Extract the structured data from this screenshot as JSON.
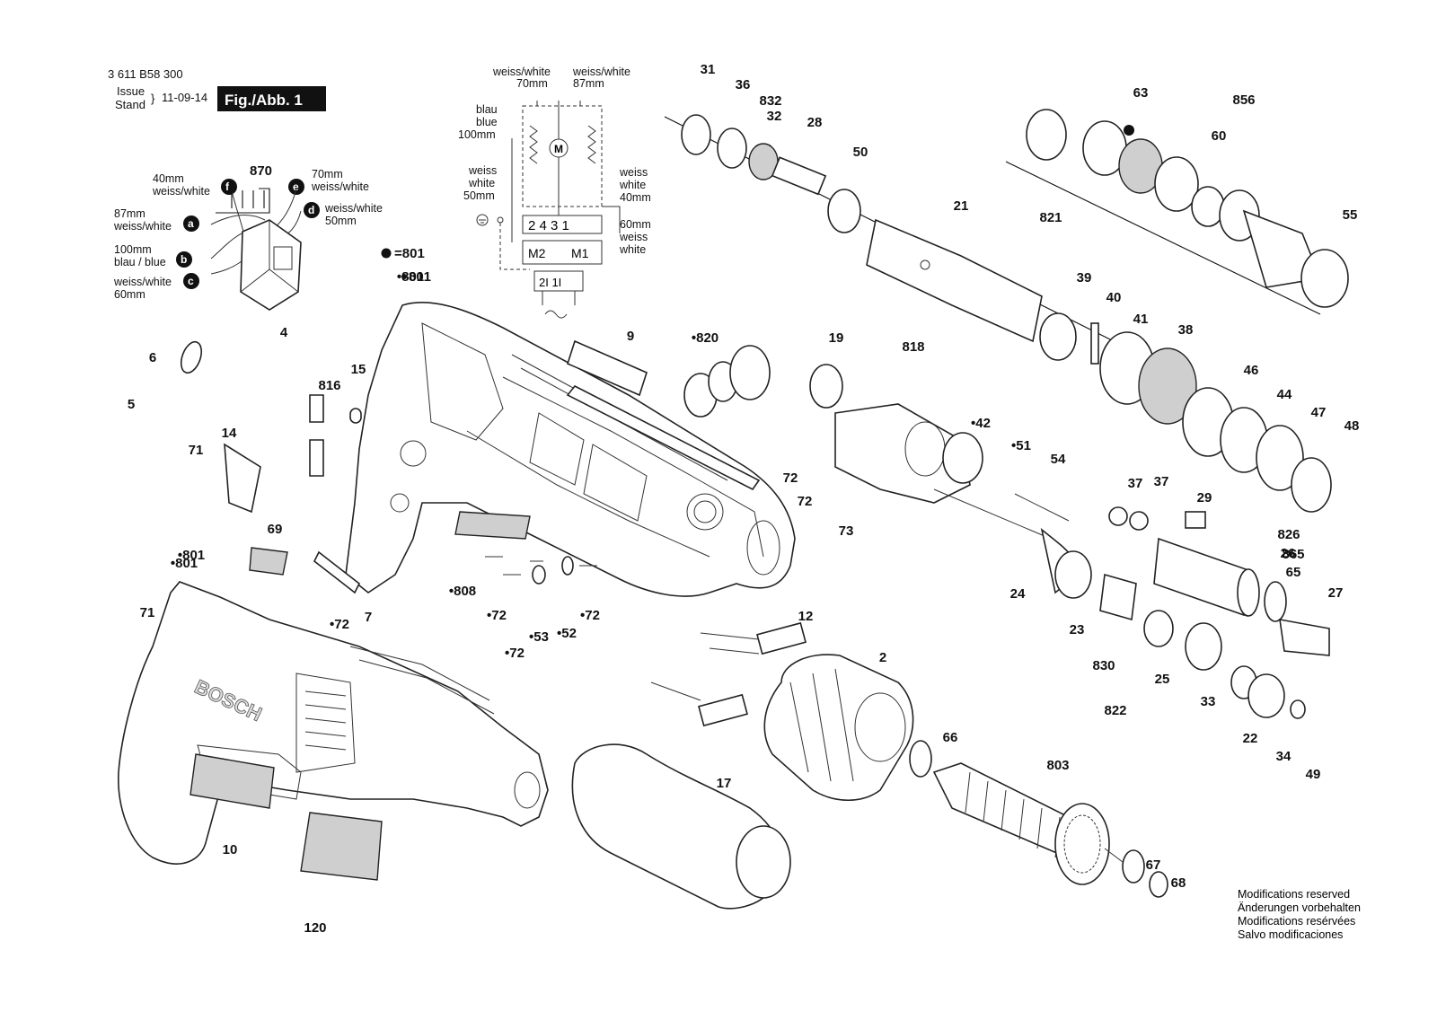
{
  "header": {
    "doc_number": "3 611 B58 300",
    "issue_label": "Issue",
    "stand_label": "Stand",
    "issue_date": "11-09-14",
    "figure_label": "Fig./Abb. 1"
  },
  "legend": {
    "sym_801_a": "=801",
    "sym_801_b": "801"
  },
  "wiring_left": {
    "w1": "40mm",
    "w1b": "weiss/white",
    "w2": "87mm",
    "w2b": "weiss/white",
    "w3": "100mm",
    "w3b": "blau / blue",
    "w4": "weiss/white",
    "w4b": "60mm",
    "w5": "70mm",
    "w5b": "weiss/white",
    "w6": "weiss/white",
    "w6b": "50mm",
    "part_switch": "870",
    "letters": [
      "a",
      "b",
      "c",
      "d",
      "e",
      "f"
    ]
  },
  "wiring_top": {
    "t1": "weiss/white",
    "t1b": "70mm",
    "t2": "weiss/white",
    "t2b": "87mm",
    "b1": "blau",
    "b2": "blue",
    "b3": "100mm",
    "l1": "weiss",
    "l2": "white",
    "l3": "50mm",
    "r1": "weiss",
    "r2": "white",
    "r3": "40mm",
    "r4": "60mm",
    "r5": "weiss",
    "r6": "white",
    "terms": "2 4 3 1",
    "m2": "M2",
    "m1": "M1",
    "motor": "M",
    "bottom": "2I 1I"
  },
  "modifications": [
    "Modifications reserved",
    "Änderungen vorbehalten",
    "Modifications resérvées",
    "Salvo modificaciones"
  ],
  "brand_on_housing": "BOSCH",
  "part_numbers": [
    "31",
    "36",
    "832",
    "32",
    "28",
    "50",
    "21",
    "821",
    "39",
    "40",
    "41",
    "38",
    "46",
    "44",
    "47",
    "48",
    "63",
    "856",
    "60",
    "55",
    "19",
    "818",
    "42",
    "51",
    "54",
    "72",
    "72",
    "73",
    "24",
    "23",
    "830",
    "25",
    "33",
    "22",
    "34",
    "49",
    "822",
    "37",
    "37",
    "29",
    "826",
    "26",
    "865",
    "65",
    "27",
    "820",
    "9",
    "801",
    "801",
    "816",
    "15",
    "14",
    "71",
    "69",
    "7",
    "72",
    "808",
    "72",
    "53",
    "52",
    "72",
    "72",
    "12",
    "2",
    "66",
    "803",
    "67",
    "68",
    "17",
    "10",
    "120",
    "71",
    "801",
    "6",
    "5",
    "4"
  ]
}
